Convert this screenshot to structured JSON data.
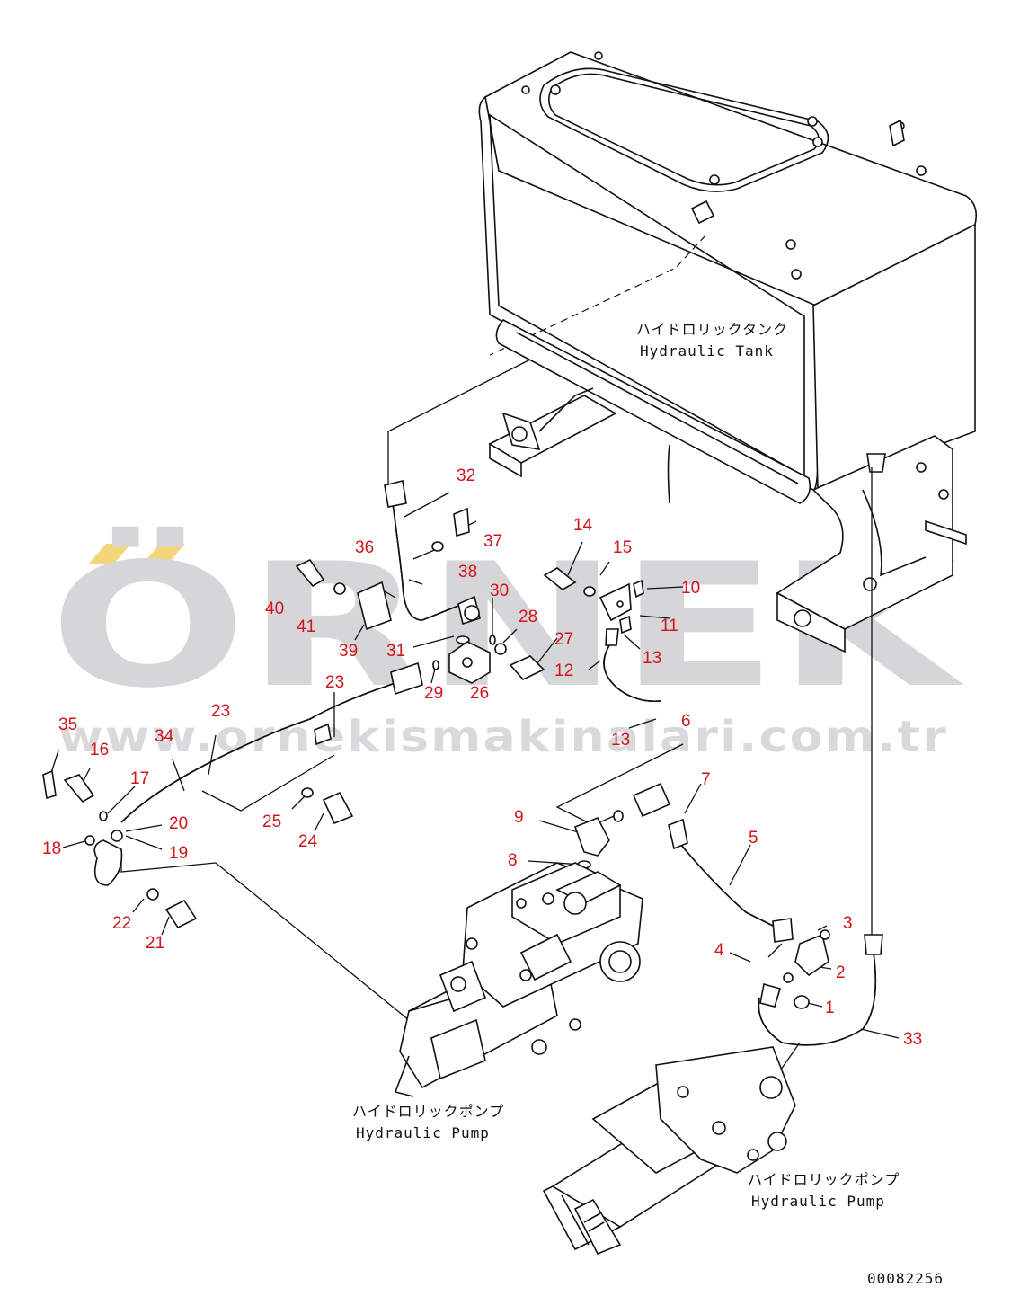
{
  "watermark": {
    "brand": "ÖRNEK",
    "url": "www.ornekismakinalari.com.tr",
    "accent_color": "#f5d57a",
    "text_color": "#d6d6d9"
  },
  "labels": {
    "tank_jp": "ハイドロリックタンク",
    "tank_en": "Hydraulic Tank",
    "pump1_jp": "ハイドロリックポンプ",
    "pump1_en": "Hydraulic Pump",
    "pump2_jp": "ハイドロリックポンプ",
    "pump2_en": "Hydraulic Pump",
    "drawing_number": "00082256"
  },
  "callout_color": "#d0141b",
  "callouts": [
    "1",
    "2",
    "3",
    "4",
    "5",
    "6",
    "7",
    "8",
    "9",
    "10",
    "11",
    "12",
    "13",
    "13",
    "14",
    "15",
    "16",
    "17",
    "18",
    "19",
    "20",
    "21",
    "22",
    "23",
    "23",
    "24",
    "25",
    "26",
    "27",
    "28",
    "29",
    "30",
    "31",
    "32",
    "33",
    "34",
    "35",
    "36",
    "37",
    "38",
    "39",
    "40",
    "41"
  ]
}
